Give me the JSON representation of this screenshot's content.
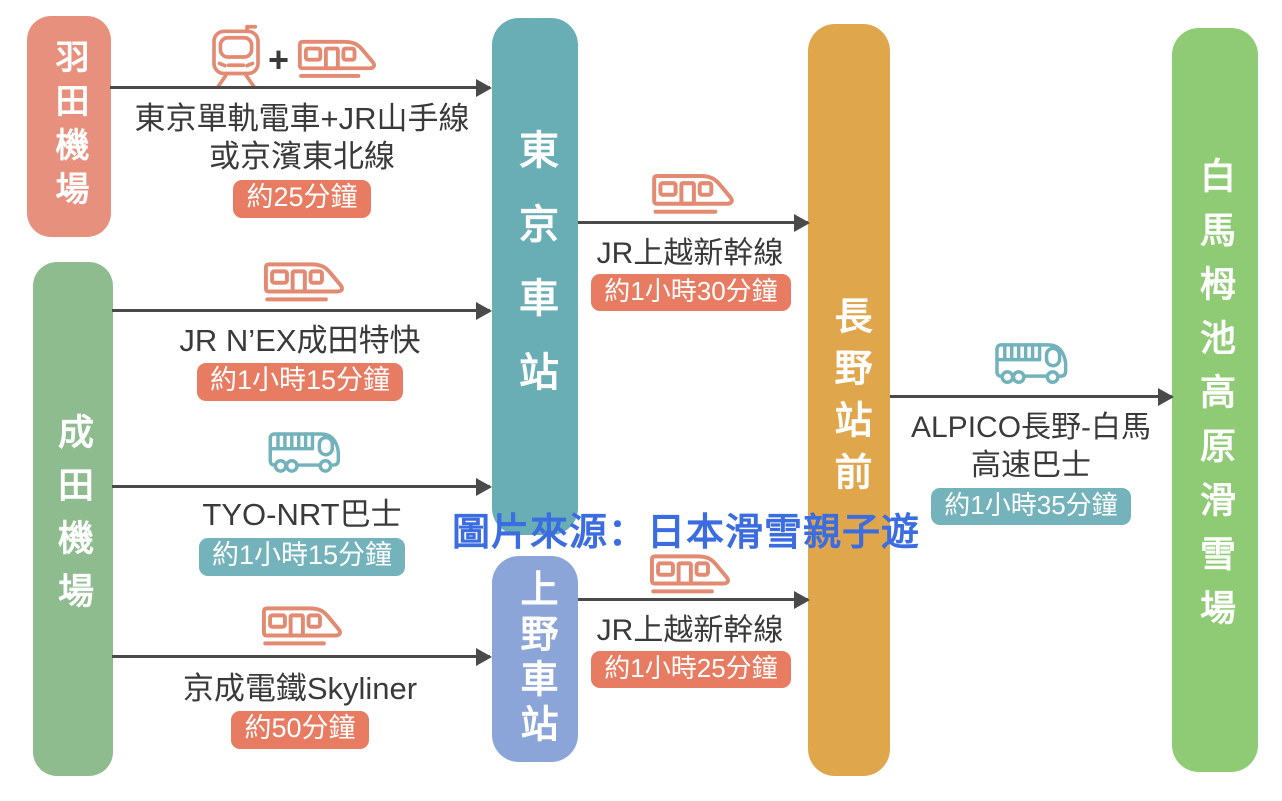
{
  "watermark": {
    "text": "圖片來源：日本滑雪親子遊",
    "color": "#3C6DE0"
  },
  "colors": {
    "arrow": "#4A4A4A",
    "label_text": "#3A3A3A",
    "plus_sign": "#3A3A3A",
    "badge_salmon": "#E87C62",
    "badge_teal": "#74B3BB",
    "icon_salmon": "#E28B72",
    "icon_teal": "#72B2BA"
  },
  "stations": [
    {
      "label": "羽田機場",
      "color": "#E8907E"
    },
    {
      "label": "成田機場",
      "color": "#8FBC8E"
    },
    {
      "label": "東京車站",
      "color": "#69ADB5"
    },
    {
      "label": "上野車站",
      "color": "#8CA5D9"
    },
    {
      "label": "長野站前",
      "color": "#E0A64C"
    },
    {
      "label": "白馬栂池高原滑雪場",
      "color": "#8ECB74"
    }
  ],
  "routes": [
    {
      "from": "羽田機場",
      "to": "東京車站",
      "vehicle_icons": [
        "monorail-icon",
        "train-icon"
      ],
      "connector": "+",
      "label_lines": [
        "東京單軌電車+JR山手線",
        "或京濱東北線"
      ],
      "duration": "約25分鐘",
      "badge_style": "salmon"
    },
    {
      "from": "成田機場",
      "to": "東京車站",
      "vehicle_icons": [
        "train-icon"
      ],
      "label_lines": [
        "JR N’EX成田特快"
      ],
      "duration": "約1小時15分鐘",
      "badge_style": "salmon"
    },
    {
      "from": "成田機場",
      "to": "東京車站",
      "vehicle_icons": [
        "bus-icon"
      ],
      "label_lines": [
        "TYO-NRT巴士"
      ],
      "duration": "約1小時15分鐘",
      "badge_style": "teal"
    },
    {
      "from": "成田機場",
      "to": "上野車站",
      "vehicle_icons": [
        "train-icon"
      ],
      "label_lines": [
        "京成電鐵Skyliner"
      ],
      "duration": "約50分鐘",
      "badge_style": "salmon"
    },
    {
      "from": "東京車站",
      "to": "長野站前",
      "vehicle_icons": [
        "train-icon"
      ],
      "label_lines": [
        "JR上越新幹線"
      ],
      "duration": "約1小時30分鐘",
      "badge_style": "salmon"
    },
    {
      "from": "上野車站",
      "to": "長野站前",
      "vehicle_icons": [
        "train-icon"
      ],
      "label_lines": [
        "JR上越新幹線"
      ],
      "duration": "約1小時25分鐘",
      "badge_style": "salmon"
    },
    {
      "from": "長野站前",
      "to": "白馬栂池高原滑雪場",
      "vehicle_icons": [
        "bus-icon"
      ],
      "label_lines": [
        "ALPICO長野-白馬",
        "高速巴士"
      ],
      "duration": "約1小時35分鐘",
      "badge_style": "teal"
    }
  ]
}
